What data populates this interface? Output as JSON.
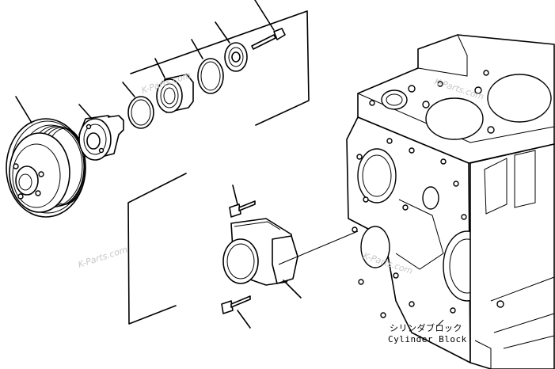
{
  "labels": {
    "block_jp": "シリンダブロック",
    "block_en": "Cylinder Block"
  },
  "watermark": "K-Parts.com",
  "colors": {
    "line": "#000000",
    "background": "#ffffff",
    "watermark": "#c8c8c8"
  }
}
